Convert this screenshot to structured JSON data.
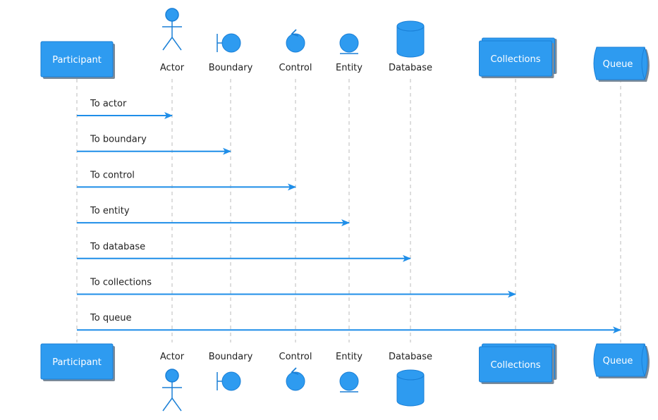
{
  "colors": {
    "fill": "#2e9bf0",
    "stroke": "#1a7fd6",
    "shadow": "#7a8a99",
    "arrow": "#1f8ee8",
    "lifeline": "#bbbbbb",
    "text": "#222222"
  },
  "participants": [
    {
      "id": "participant",
      "label": "Participant",
      "kind": "box"
    },
    {
      "id": "actor",
      "label": "Actor",
      "kind": "actor"
    },
    {
      "id": "boundary",
      "label": "Boundary",
      "kind": "boundary"
    },
    {
      "id": "control",
      "label": "Control",
      "kind": "control"
    },
    {
      "id": "entity",
      "label": "Entity",
      "kind": "entity"
    },
    {
      "id": "database",
      "label": "Database",
      "kind": "database"
    },
    {
      "id": "collections",
      "label": "Collections",
      "kind": "collections"
    },
    {
      "id": "queue",
      "label": "Queue",
      "kind": "queue"
    }
  ],
  "messages": [
    {
      "from": "participant",
      "to": "actor",
      "label": "To actor"
    },
    {
      "from": "participant",
      "to": "boundary",
      "label": "To boundary"
    },
    {
      "from": "participant",
      "to": "control",
      "label": "To control"
    },
    {
      "from": "participant",
      "to": "entity",
      "label": "To entity"
    },
    {
      "from": "participant",
      "to": "database",
      "label": "To database"
    },
    {
      "from": "participant",
      "to": "collections",
      "label": "To collections"
    },
    {
      "from": "participant",
      "to": "queue",
      "label": "To queue"
    }
  ]
}
